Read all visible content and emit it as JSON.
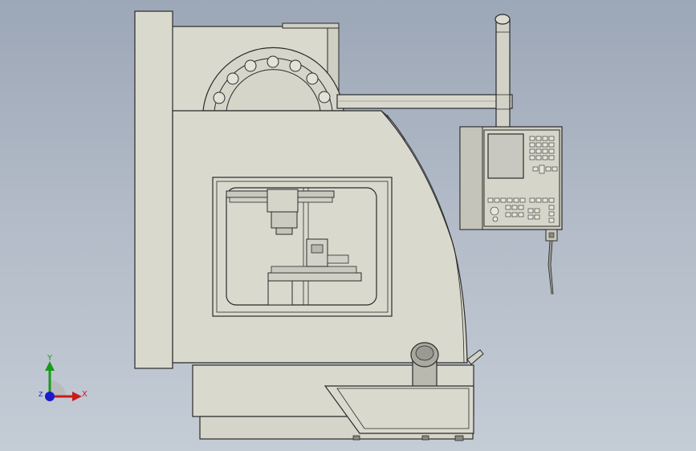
{
  "viewport": {
    "background_top": "#9ca7b7",
    "background_bottom": "#c4ccd6"
  },
  "model": {
    "body_color": "#d9d9ce",
    "edge_color": "#2b2b2b",
    "components": [
      "machine-column",
      "spindle-head",
      "tool-magazine",
      "enclosure-body",
      "viewing-window",
      "spindle",
      "work-table",
      "machine-base",
      "chip-tray",
      "coolant-pipe",
      "pendant-arm",
      "control-pendant",
      "pendant-screen",
      "pendant-keypad",
      "handwheel-cable"
    ]
  },
  "triad": {
    "x_label": "X",
    "y_label": "Y",
    "z_label": "Z",
    "x_color": "#cc1a1a",
    "y_color": "#1a9a1a",
    "z_color": "#1a1acc"
  }
}
